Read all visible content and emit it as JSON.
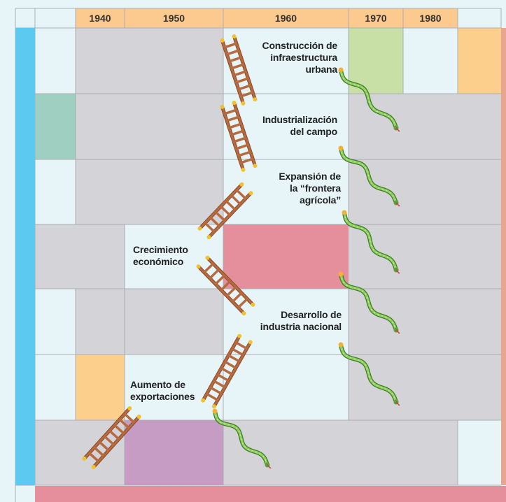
{
  "header": {
    "decades": [
      "1940",
      "1950",
      "1960",
      "1970",
      "1980"
    ]
  },
  "events": {
    "construccion": "Construcción de\ninfraestructura\nurbana",
    "industrializacion": "Industrialización\ndel campo",
    "expansion": "Expansión de\nla “frontera\nagrícola”",
    "crecimiento": "Crecimiento\neconómico",
    "desarrollo": "Desarrollo de\nindustria nacional",
    "aumento": "Aumento de\nexportaciones"
  },
  "colors": {
    "background": "#e7f5f9",
    "header": "#fcca8f",
    "gray_cell": "#d3d3d8",
    "light_cell": "#e7f5f9",
    "green_cell": "#c8e0a5",
    "teal_cell": "#9fcfc0",
    "orange_cell": "#fdcf8d",
    "pink_cell": "#e48f9b",
    "purple_cell": "#c69cc5",
    "left_bar": "#5ccaf0",
    "right_bar": "#e8a58f",
    "bottom_bar": "#e48f9b",
    "ladder": "#b66a3f",
    "snake": "#5e9e3c"
  },
  "icons": [
    "ladder-icon",
    "snake-icon"
  ]
}
